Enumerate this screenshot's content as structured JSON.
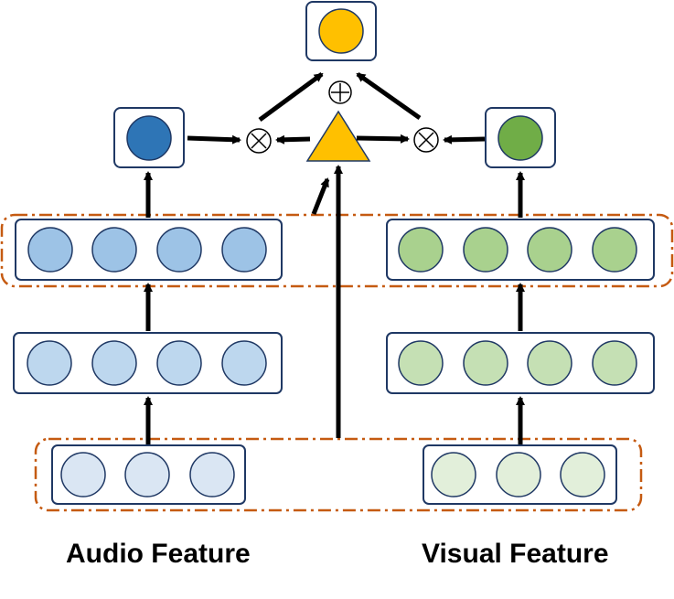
{
  "labels": {
    "audio": "Audio Feature",
    "visual": "Visual Feature"
  },
  "colors": {
    "box_border": "#1f3864",
    "group_border": "#c55a11",
    "arrow": "#000000",
    "audio_layer_1": "#dae6f3",
    "audio_layer_2": "#bdd7ee",
    "audio_layer_3": "#9dc3e6",
    "audio_output": "#2e75b6",
    "visual_layer_1": "#e2efda",
    "visual_layer_2": "#c5e0b4",
    "visual_layer_3": "#a9d18e",
    "visual_output": "#70ad47",
    "gate": "#ffc000",
    "fused_output": "#ffc000"
  },
  "icons": {
    "multiply": "circled-times-icon",
    "add": "circled-plus-icon",
    "gate": "triangle-icon"
  },
  "structure": {
    "audio_layers_nodes": [
      3,
      4,
      4
    ],
    "visual_layers_nodes": [
      3,
      4,
      4
    ]
  }
}
